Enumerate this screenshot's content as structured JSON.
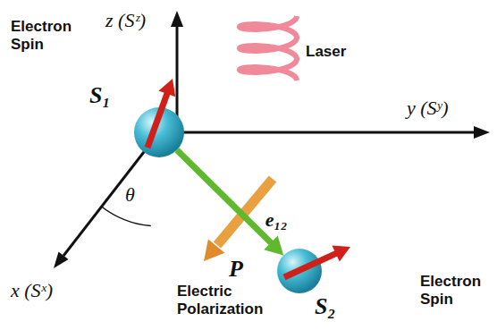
{
  "diagram": {
    "nodes": [
      {
        "text": [
          "Electron Spin",
          "S₁"
        ]
      },
      {
        "text": [
          "S₂",
          "Electron Spin"
        ]
      }
    ],
    "edges": [
      {
        "from": 0,
        "to": 1,
        "arrow": "to",
        "label": "e₁₂"
      }
    ],
    "labels": [
      "z (Sᶻ)",
      "y (Sʸ)",
      "x (Sˣ)",
      "Laser",
      "θ",
      "P",
      "Electric Polarization"
    ]
  }
}
